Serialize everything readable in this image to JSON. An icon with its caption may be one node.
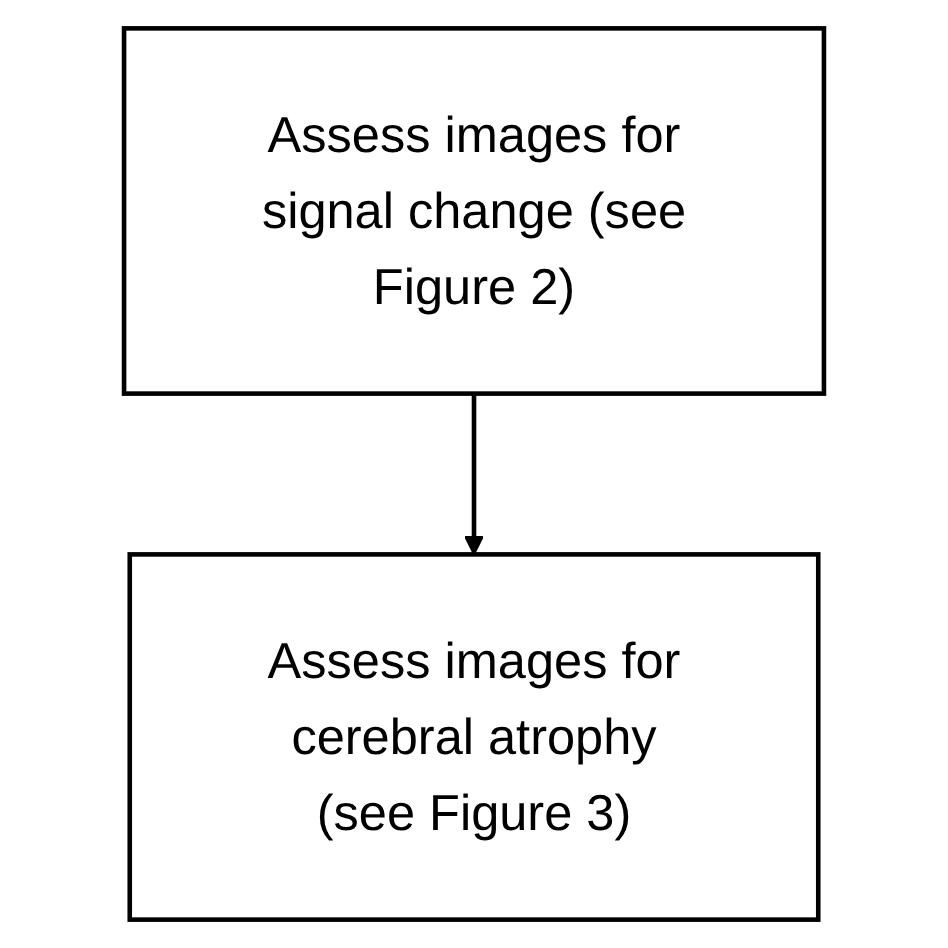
{
  "diagram": {
    "nodes": [
      {
        "text": [
          "Assess images for signal change (see Figure 2)"
        ]
      },
      {
        "text": [
          "Assess images for cerebral atrophy (see Figure 3)"
        ]
      }
    ],
    "edges": [
      {
        "from": 0,
        "to": 1,
        "arrow": "to"
      }
    ]
  }
}
